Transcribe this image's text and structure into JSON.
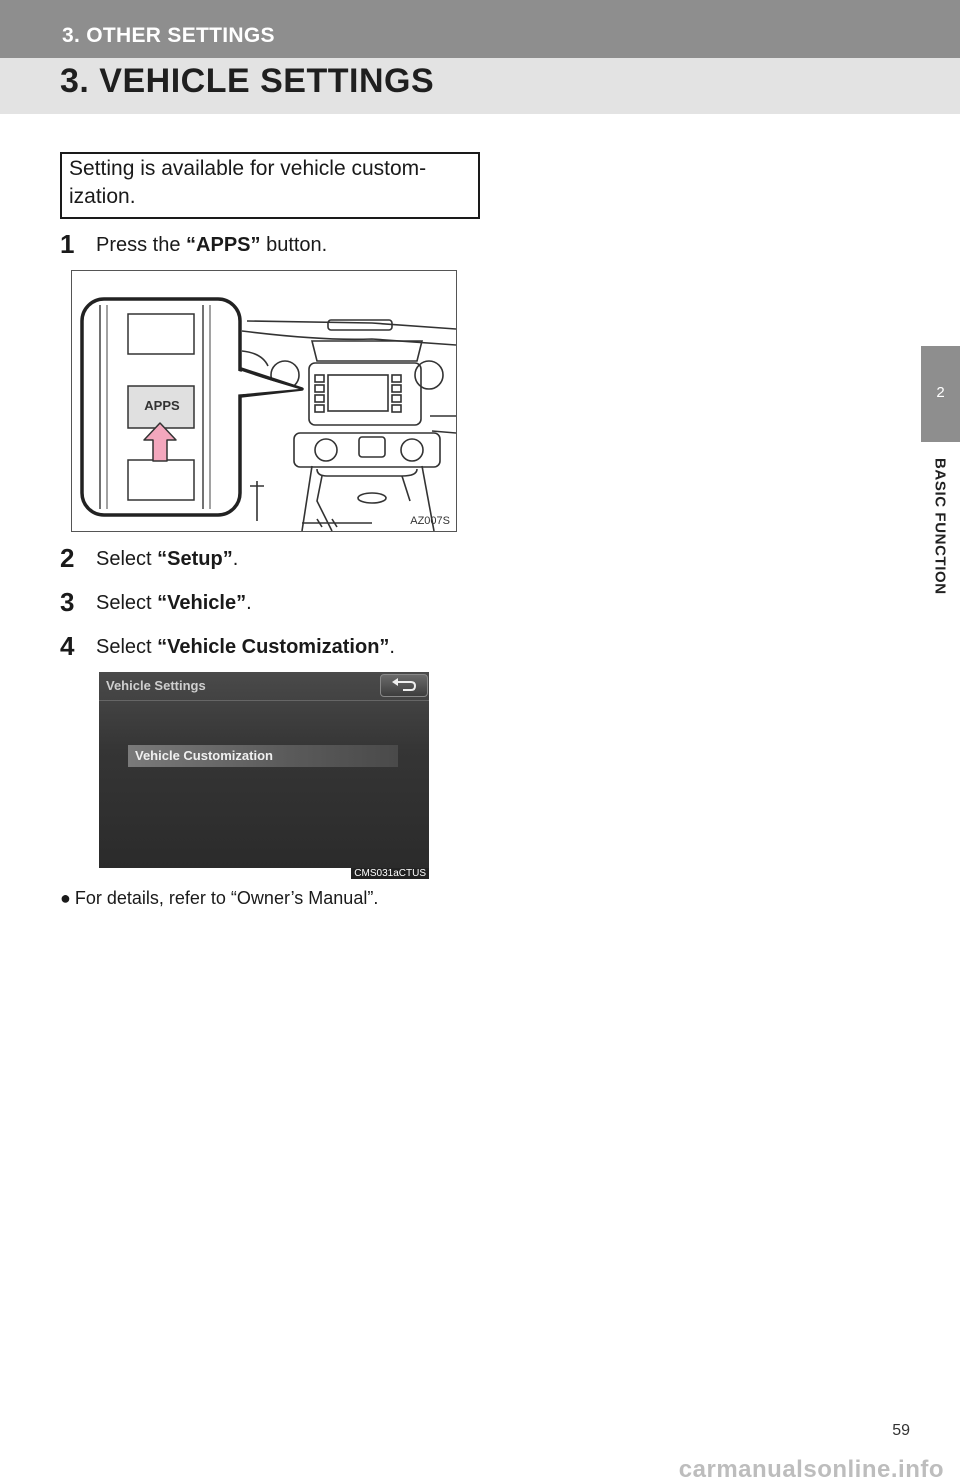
{
  "header": {
    "section": "3. OTHER SETTINGS",
    "title": "3. VEHICLE SETTINGS"
  },
  "side_tab": {
    "number": "2",
    "label": "BASIC FUNCTION"
  },
  "note": "Setting is available for vehicle customization.",
  "note_lines": [
    "Setting is available for vehicle custom-",
    "ization."
  ],
  "steps": [
    {
      "number": "1",
      "prefix": "Press the ",
      "emphasis": "“APPS”",
      "suffix": " button."
    },
    {
      "number": "2",
      "prefix": "Select ",
      "emphasis": "“Setup”",
      "suffix": "."
    },
    {
      "number": "3",
      "prefix": "Select ",
      "emphasis": "“Vehicle”",
      "suffix": "."
    },
    {
      "number": "4",
      "prefix": "Select ",
      "emphasis": "“Vehicle Customization”",
      "suffix": "."
    }
  ],
  "figure1": {
    "button_label": "APPS",
    "code": "AZ007S"
  },
  "figure2": {
    "screen_title": "Vehicle Settings",
    "item_label": "Vehicle Customization",
    "code": "CMS031aCTUS",
    "back_icon": "return-arrow-icon"
  },
  "bullet": {
    "symbol": "●",
    "text": "For details, refer to “Owner’s Manual”."
  },
  "page_number": "59",
  "watermark": "carmanualsonline.info"
}
